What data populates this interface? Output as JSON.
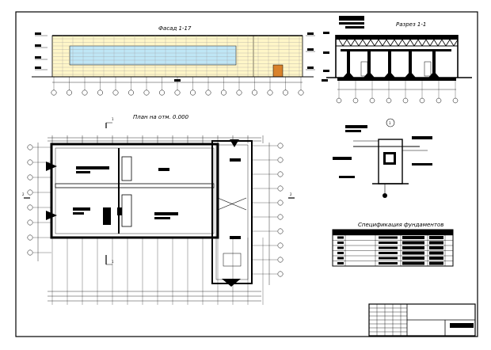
{
  "drawing": {
    "facade_title": "Фасад 1-17",
    "section_title": "Разрез 1-1",
    "plan_title": "План на отм. 0.000",
    "spec_title": "Спецификация фундаментов",
    "node_label": "1",
    "cut_marks": {
      "top": "1",
      "bottom": "1",
      "left": "2",
      "right": "2"
    }
  },
  "colors": {
    "line": "#000000",
    "facade_wall": "#fff6c8",
    "facade_glazing": "#bfe6f5",
    "facade_door": "#d9822b",
    "sheet": "#ffffff"
  }
}
